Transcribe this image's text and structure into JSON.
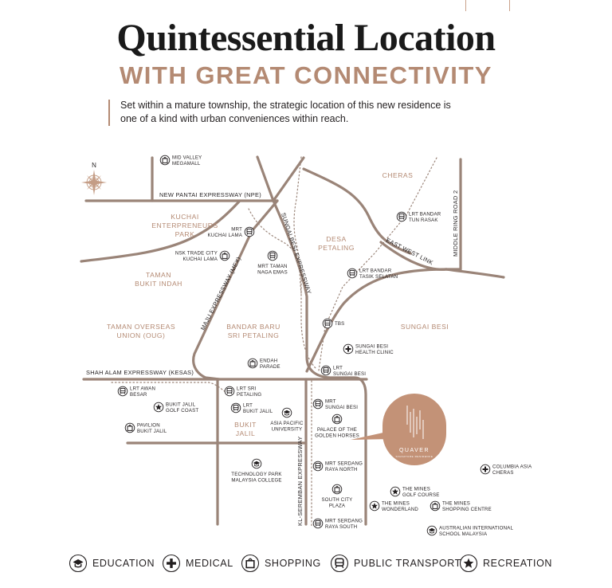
{
  "header": {
    "title": "Quintessential Location",
    "subtitle": "WITH GREAT CONNECTIVITY",
    "intro": "Set within a mature township, the strategic location of this new residence is one of a kind with urban conveniences within reach."
  },
  "colors": {
    "road": "#9a8478",
    "accent": "#b48a73",
    "rail": "#9a8478",
    "text": "#231f20",
    "label_area": "#b48a73"
  },
  "map": {
    "compass": "N",
    "roads": {
      "npe": "NEW PANTAI EXPRESSWAY (NPE)",
      "sungai_besi_expressway": "SUNGAI BESI EXPRESSWAY",
      "maju_expressway": "MAJU EXPRESSWAY (MEX)",
      "kesas": "SHAH ALAM EXPRESSWAY (KESAS)",
      "east_west_link": "EAST WEST LINK",
      "middle_ring_road": "MIDDLE RING ROAD 2",
      "kl_seremban": "KL-SEREMBAN EXPRESSWAY"
    },
    "areas": {
      "cheras": "CHERAS",
      "kuchai_1": "KUCHAI",
      "kuchai_2": "ENTERPRENEURS",
      "kuchai_3": "PARK",
      "desa_1": "DESA",
      "desa_2": "PETALING",
      "taman_bi_1": "TAMAN",
      "taman_bi_2": "BUKIT INDAH",
      "oug_1": "TAMAN OVERSEAS",
      "oug_2": "UNION (OUG)",
      "bbsp_1": "BANDAR BARU",
      "bbsp_2": "SRI PETALING",
      "sungai_besi": "SUNGAI BESI",
      "bukit_jalil_1": "BUKIT",
      "bukit_jalil_2": "JALIL"
    },
    "places": {
      "mid_valley": [
        "MID VALLEY",
        "MEGAMALL"
      ],
      "mrt_kuchai": [
        "MRT",
        "KUCHAI LAMA"
      ],
      "lrt_tun_rasak": [
        "LRT BANDAR",
        "TUN RASAK"
      ],
      "nsk": [
        "NSK TRADE CITY",
        "KUCHAI LAMA"
      ],
      "mrt_naga_emas": [
        "MRT TAMAN",
        "NAGA EMAS"
      ],
      "lrt_tasik_selatan": [
        "LRT BANDAR",
        "TASIK SELATAN"
      ],
      "tbs": [
        "TBS"
      ],
      "sb_clinic": [
        "SUNGAI BESI",
        "HEALTH CLINIC"
      ],
      "endah": [
        "ENDAH",
        "PARADE"
      ],
      "lrt_sungai_besi": [
        "LRT",
        "SUNGAI BESI"
      ],
      "lrt_awan_besar": [
        "LRT AWAN",
        "BESAR"
      ],
      "lrt_sri_petaling": [
        "LRT SRI",
        "PETALING"
      ],
      "bj_golf": [
        "BUKIT JALIL",
        "GOLF COAST"
      ],
      "lrt_bukit_jalil": [
        "LRT",
        "BUKIT JALIL"
      ],
      "mrt_sungai_besi": [
        "MRT",
        "SUNGAI BESI"
      ],
      "apu": [
        "ASIA PACIFIC",
        "UNIVERSITY"
      ],
      "pavilion_bj": [
        "PAVILION",
        "BUKIT JALIL"
      ],
      "palace": [
        "PALACE OF THE",
        "GOLDEN HORSES"
      ],
      "mrt_serdang_north": [
        "MRT SERDANG",
        "RAYA NORTH"
      ],
      "tpm": [
        "TECHNOLOGY PARK",
        "MALAYSIA COLLEGE"
      ],
      "columbia": [
        "COLUMBIA ASIA",
        "CHERAS"
      ],
      "mines_golf": [
        "THE MINES",
        "GOLF COURSE"
      ],
      "south_city": [
        "SOUTH CITY",
        "PLAZA"
      ],
      "mines_wonderland": [
        "THE MINES",
        "WONDERLAND"
      ],
      "mines_shopping": [
        "THE MINES",
        "SHOPPING CENTRE"
      ],
      "mrt_serdang_south": [
        "MRT SERDANG",
        "RAYA SOUTH"
      ],
      "aism": [
        "AUSTRALIAN INTERNATIONAL",
        "SCHOOL MALAYSIA"
      ]
    },
    "quaver": {
      "name": "QUAVER",
      "tagline": "SIGNATURE RESIDENCE"
    }
  },
  "legend": {
    "education": "EDUCATION",
    "medical": "MEDICAL",
    "shopping": "SHOPPING",
    "transport": "PUBLIC TRANSPORT",
    "recreation": "RECREATION"
  }
}
